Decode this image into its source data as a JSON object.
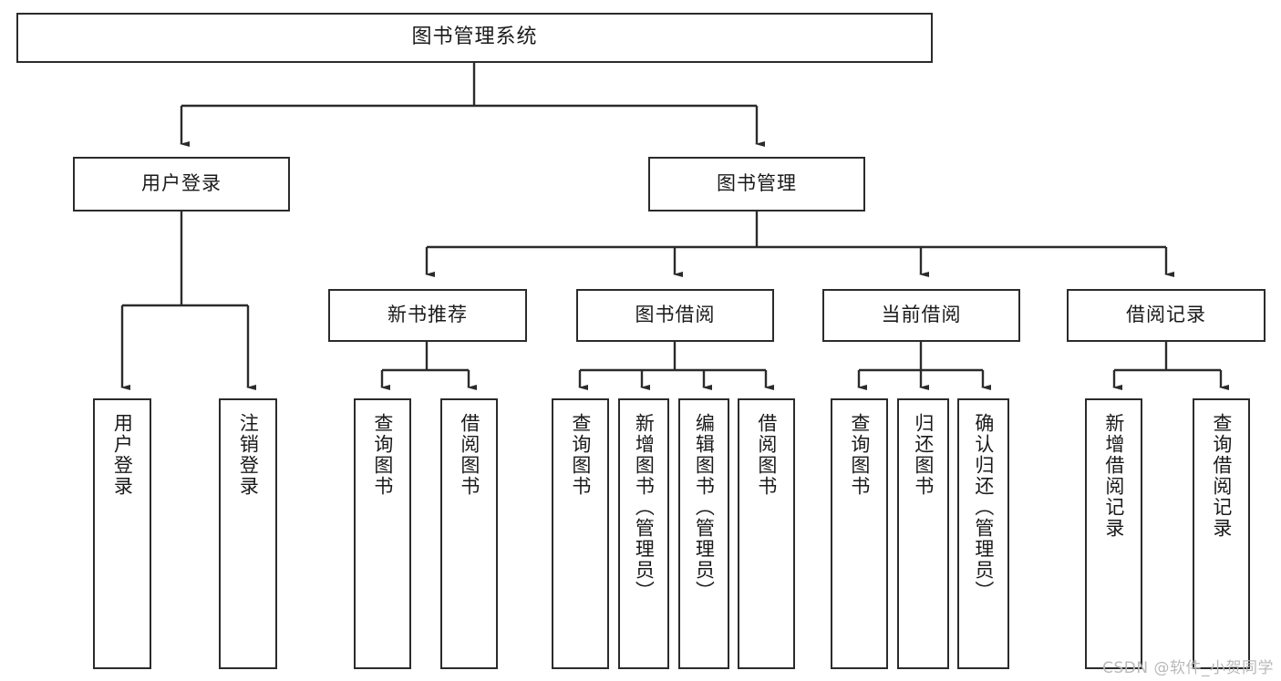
{
  "diagram": {
    "title": "图书管理系统",
    "type": "tree-hierarchy-diagram",
    "stroke_color": "#2b2b2b",
    "text_color": "#1a1a1a",
    "background_color": "#ffffff",
    "watermark": "CSDN @软件_小贺同学"
  },
  "levels": {
    "root": {
      "label": "图书管理系统"
    },
    "level1": [
      {
        "label": "用户登录"
      },
      {
        "label": "图书管理"
      }
    ],
    "level2": [
      {
        "label": "新书推荐"
      },
      {
        "label": "图书借阅"
      },
      {
        "label": "当前借阅"
      },
      {
        "label": "借阅记录"
      }
    ],
    "leaves": {
      "user_login": [
        {
          "label": "用户登录"
        },
        {
          "label": "注销登录"
        }
      ],
      "new_book_recommend": [
        {
          "label": "查询图书"
        },
        {
          "label": "借阅图书"
        }
      ],
      "book_borrow": [
        {
          "label": "查询图书"
        },
        {
          "label": "新增图书（管理员）"
        },
        {
          "label": "编辑图书（管理员）"
        },
        {
          "label": "借阅图书"
        }
      ],
      "current_borrow": [
        {
          "label": "查询图书"
        },
        {
          "label": "归还图书"
        },
        {
          "label": "确认归还（管理员）"
        }
      ],
      "borrow_record": [
        {
          "label": "新增借阅记录"
        },
        {
          "label": "查询借阅记录"
        }
      ]
    }
  }
}
